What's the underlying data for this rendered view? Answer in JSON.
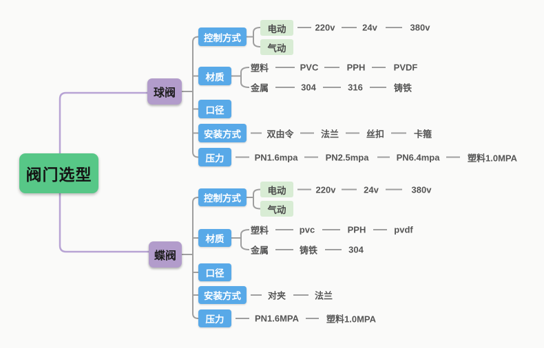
{
  "title": "阀门选型",
  "branches": [
    {
      "label": "球阀",
      "children": [
        {
          "label": "控制方式",
          "children": [
            {
              "label": "电动",
              "chain": [
                "220v",
                "24v",
                "380v"
              ]
            },
            {
              "label": "气动",
              "chain": []
            }
          ]
        },
        {
          "label": "材质",
          "children": [
            {
              "label": "塑料",
              "chain": [
                "PVC",
                "PPH",
                "PVDF"
              ]
            },
            {
              "label": "金属",
              "chain": [
                "304",
                "316",
                "铸铁"
              ]
            }
          ]
        },
        {
          "label": "口径"
        },
        {
          "label": "安装方式",
          "chain": [
            "双由令",
            "法兰",
            "丝扣",
            "卡箍"
          ]
        },
        {
          "label": "压力",
          "chain": [
            "PN1.6mpa",
            "PN2.5mpa",
            "PN6.4mpa",
            "塑料1.0MPA"
          ]
        }
      ]
    },
    {
      "label": "蝶阀",
      "children": [
        {
          "label": "控制方式",
          "children": [
            {
              "label": "电动",
              "chain": [
                "220v",
                "24v",
                "380v"
              ]
            },
            {
              "label": "气动",
              "chain": []
            }
          ]
        },
        {
          "label": "材质",
          "children": [
            {
              "label": "塑料",
              "chain": [
                "pvc",
                "PPH",
                "pvdf"
              ]
            },
            {
              "label": "金属",
              "chain": [
                "铸铁",
                "304"
              ]
            }
          ]
        },
        {
          "label": "口径"
        },
        {
          "label": "安装方式",
          "chain": [
            "对夹",
            "法兰"
          ]
        },
        {
          "label": "压力",
          "chain": [
            "PN1.6MPA",
            "塑料1.0MPA"
          ]
        }
      ]
    }
  ],
  "colors": {
    "page_bg": "#FAFAF9",
    "root_bg": "#57C787",
    "branch_bg": "#B29CCB",
    "category_bg": "#58A9E8",
    "leaf_bg": "#D8ECD4",
    "connector": "#9E9E9E",
    "branch_line": "#B7A3D4",
    "text_dark": "#4A4A4A",
    "text_gray": "#555555"
  }
}
